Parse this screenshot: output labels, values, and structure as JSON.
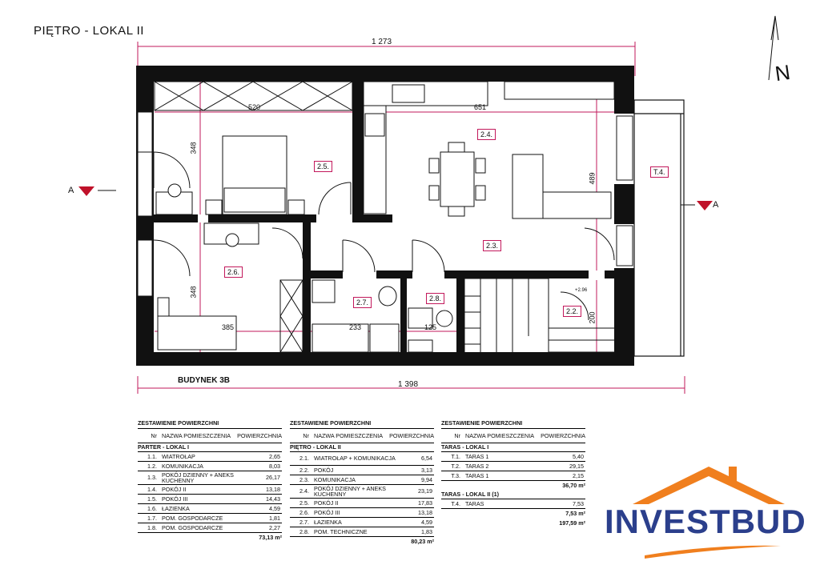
{
  "plan": {
    "title": "PIĘTRO - LOKAL II",
    "building_label": "BUDYNEK 3B",
    "north_label": "N",
    "section_marker": "A",
    "dimensions": {
      "top_total": "1 273",
      "bottom_total": "1 398",
      "bedroom_width": "520",
      "living_width": "651",
      "bedroom_height": "348",
      "room26_height": "348",
      "living_height": "489",
      "room26_width": "385",
      "bath_width": "233",
      "tech_width": "125",
      "hall_height": "200"
    },
    "room_labels": [
      "2.5.",
      "2.4.",
      "2.6.",
      "2.3.",
      "2.7.",
      "2.8.",
      "2.2.",
      "T.4."
    ],
    "level_mark": "+2.96"
  },
  "tables": [
    {
      "title": "ZESTAWIENIE POWIERZCHNI",
      "header": {
        "nr": "Nr",
        "name": "NAZWA POMIESZCZENIA",
        "area": "POWIERZCHNIA"
      },
      "section": "PARTER - LOKAL I",
      "rows": [
        {
          "nr": "1.1.",
          "name": "WIATROŁAP",
          "area": "2,65"
        },
        {
          "nr": "1.2.",
          "name": "KOMUNIKACJA",
          "area": "8,03"
        },
        {
          "nr": "1.3.",
          "name": "POKÓJ DZIENNY + ANEKS KUCHENNY",
          "area": "26,17"
        },
        {
          "nr": "1.4.",
          "name": "POKÓJ II",
          "area": "13,18"
        },
        {
          "nr": "1.5.",
          "name": "POKÓJ III",
          "area": "14,43"
        },
        {
          "nr": "1.6.",
          "name": "ŁAZIENKA",
          "area": "4,59"
        },
        {
          "nr": "1.7.",
          "name": "POM. GOSPODARCZE",
          "area": "1,81"
        },
        {
          "nr": "1.8.",
          "name": "POM. GOSPODARCZE",
          "area": "2,27"
        }
      ],
      "total": "73,13 m²"
    },
    {
      "title": "ZESTAWIENIE POWIERZCHNI",
      "header": {
        "nr": "Nr",
        "name": "NAZWA POMIESZCZENIA",
        "area": "POWIERZCHNIA"
      },
      "section": "PIĘTRO - LOKAL II",
      "rows": [
        {
          "nr": "2.1.",
          "name": "WIATROŁAP + KOMUNIKACJA",
          "area": "6,54"
        },
        {
          "nr": "2.2.",
          "name": "POKÓJ",
          "area": "3,13"
        },
        {
          "nr": "2.3.",
          "name": "KOMUNIKACJA",
          "area": "9,94"
        },
        {
          "nr": "2.4.",
          "name": "POKÓJ DZIENNY + ANEKS KUCHENNY",
          "area": "23,19"
        },
        {
          "nr": "2.5.",
          "name": "POKÓJ II",
          "area": "17,83"
        },
        {
          "nr": "2.6.",
          "name": "POKÓJ III",
          "area": "13,18"
        },
        {
          "nr": "2.7.",
          "name": "ŁAZIENKA",
          "area": "4,59"
        },
        {
          "nr": "2.8.",
          "name": "POM. TECHNICZNE",
          "area": "1,83"
        }
      ],
      "total": "80,23 m²"
    },
    {
      "title": "ZESTAWIENIE POWIERZCHNI",
      "header": {
        "nr": "Nr",
        "name": "NAZWA POMIESZCZENIA",
        "area": "POWIERZCHNIA"
      },
      "section": "TARAS - LOKAL I",
      "rows": [
        {
          "nr": "T.1.",
          "name": "TARAS 1",
          "area": "5,40"
        },
        {
          "nr": "T.2.",
          "name": "TARAS 2",
          "area": "29,15"
        },
        {
          "nr": "T.3.",
          "name": "TARAS 1",
          "area": "2,15"
        }
      ],
      "total": "36,70 m²",
      "section2": "TARAS - LOKAL II (1)",
      "rows2": [
        {
          "nr": "T.4.",
          "name": "TARAS",
          "area": "7,53"
        }
      ],
      "total2": "7,53 m²",
      "grand_total": "197,59 m²"
    }
  ],
  "logo": {
    "text": "INVESTBUD",
    "color": "#2b3f8c",
    "roof_color": "#f07f1e"
  }
}
